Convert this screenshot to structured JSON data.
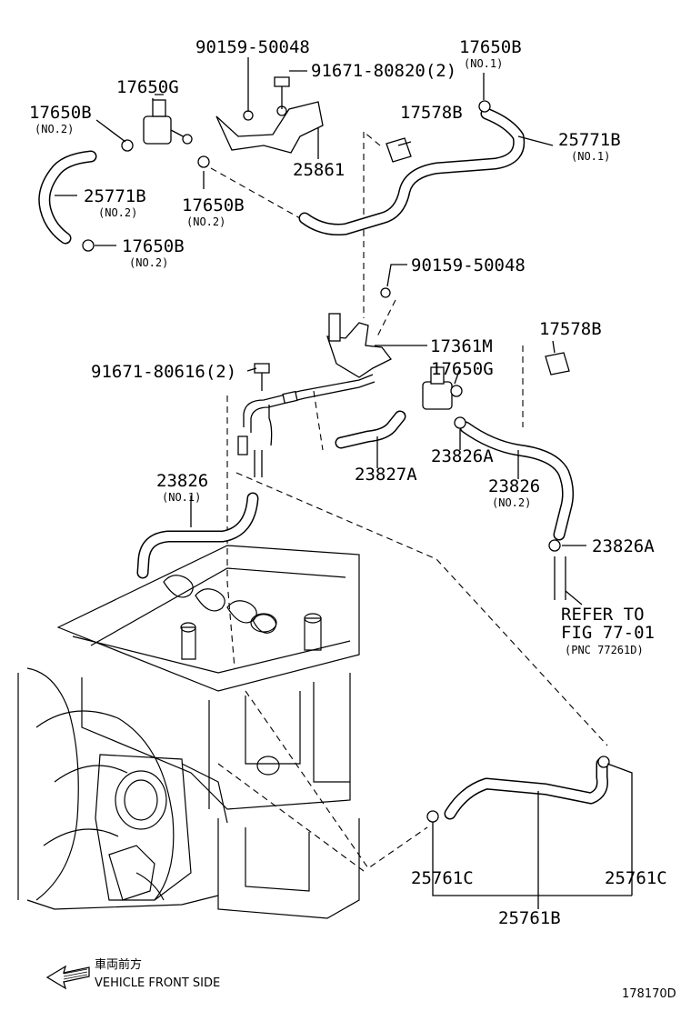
{
  "labels": {
    "p17650b_top": "17650B",
    "p17650b_top_sub": "(NO.1)",
    "p90159_top": "90159-50048",
    "p91671_top": "91671-80820(2)",
    "p17650g_top": "17650G",
    "p17650b_left": "17650B",
    "p17650b_left_sub": "(NO.2)",
    "p17578b_top": "17578B",
    "p25771b_right": "25771B",
    "p25771b_right_sub": "(NO.1)",
    "p25861": "25861",
    "p25771b_left": "25771B",
    "p25771b_left_sub": "(NO.2)",
    "p17650b_mid": "17650B",
    "p17650b_mid_sub": "(NO.2)",
    "p17650b_low": "17650B",
    "p17650b_low_sub": "(NO.2)",
    "p90159_mid": "90159-50048",
    "p17578b_right": "17578B",
    "p17361m": "17361M",
    "p91671_mid": "91671-80616(2)",
    "p17650g_mid": "17650G",
    "p23826_left": "23826",
    "p23826_left_sub": "(NO.1)",
    "p23827a": "23827A",
    "p23826a_mid": "23826A",
    "p23826_right": "23826",
    "p23826_right_sub": "(NO.2)",
    "p23826a_right": "23826A",
    "refer_line1": "REFER TO",
    "refer_line2": "FIG 77-01",
    "refer_line3": "(PNC 77261D)",
    "p25761c_left": "25761C",
    "p25761c_right": "25761C",
    "p25761b": "25761B"
  },
  "legend": {
    "japanese": "車両前方",
    "english": "VEHICLE FRONT SIDE"
  },
  "figure_id": "178170D"
}
